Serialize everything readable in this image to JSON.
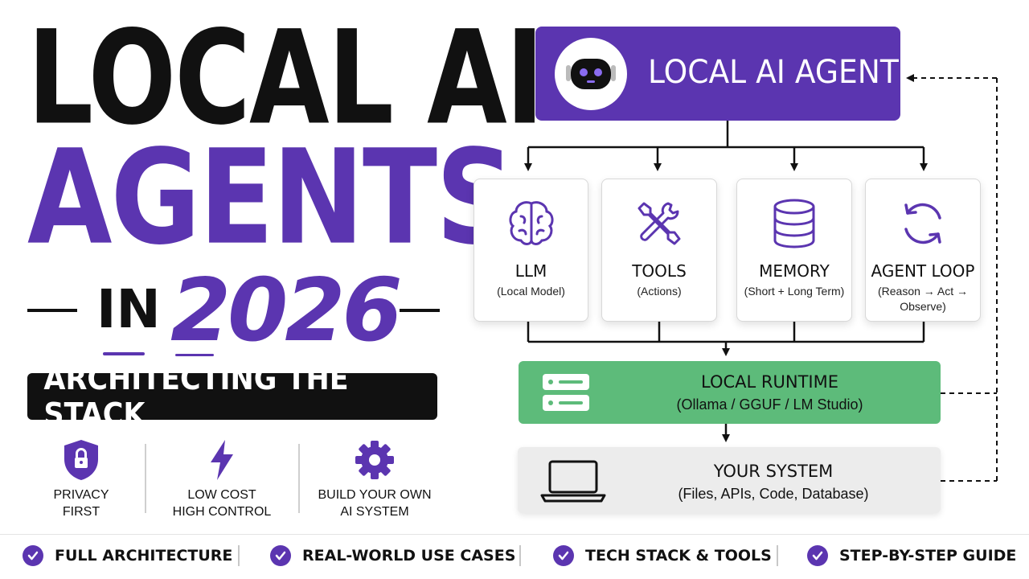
{
  "title": {
    "line1": "LOCAL AI",
    "line2": "AGENTS",
    "in_word": "IN",
    "year": "2026",
    "banner": "ARCHITECTING THE STACK"
  },
  "features": [
    {
      "line1": "PRIVACY",
      "line2": "FIRST",
      "icon": "lock-shield-icon"
    },
    {
      "line1": "LOW COST",
      "line2": "HIGH CONTROL",
      "icon": "lightning-icon"
    },
    {
      "line1": "BUILD YOUR OWN",
      "line2": "AI SYSTEM",
      "icon": "gear-icon"
    }
  ],
  "diagram": {
    "agent": {
      "label": "LOCAL AI AGENT",
      "icon": "robot-icon"
    },
    "components": [
      {
        "title": "LLM",
        "sub": "(Local Model)",
        "icon": "brain-icon"
      },
      {
        "title": "TOOLS",
        "sub": "(Actions)",
        "icon": "tools-icon"
      },
      {
        "title": "MEMORY",
        "sub": "(Short + Long Term)",
        "icon": "database-icon"
      },
      {
        "title": "AGENT LOOP",
        "sub": "(Reason → Act → Observe)",
        "icon": "refresh-icon"
      }
    ],
    "runtime": {
      "title": "LOCAL RUNTIME",
      "sub": "(Ollama / GGUF / LM Studio)",
      "icon": "server-icon"
    },
    "system": {
      "title": "YOUR SYSTEM",
      "sub": "(Files, APIs, Code, Database)",
      "icon": "laptop-icon"
    }
  },
  "bottom_bar": [
    "FULL ARCHITECTURE",
    "REAL-WORLD USE CASES",
    "TECH STACK & TOOLS",
    "STEP-BY-STEP GUIDE"
  ],
  "colors": {
    "purple": "#5b35b0",
    "green": "#5dbb7a",
    "gray_box": "#ececec",
    "black": "#111111"
  }
}
